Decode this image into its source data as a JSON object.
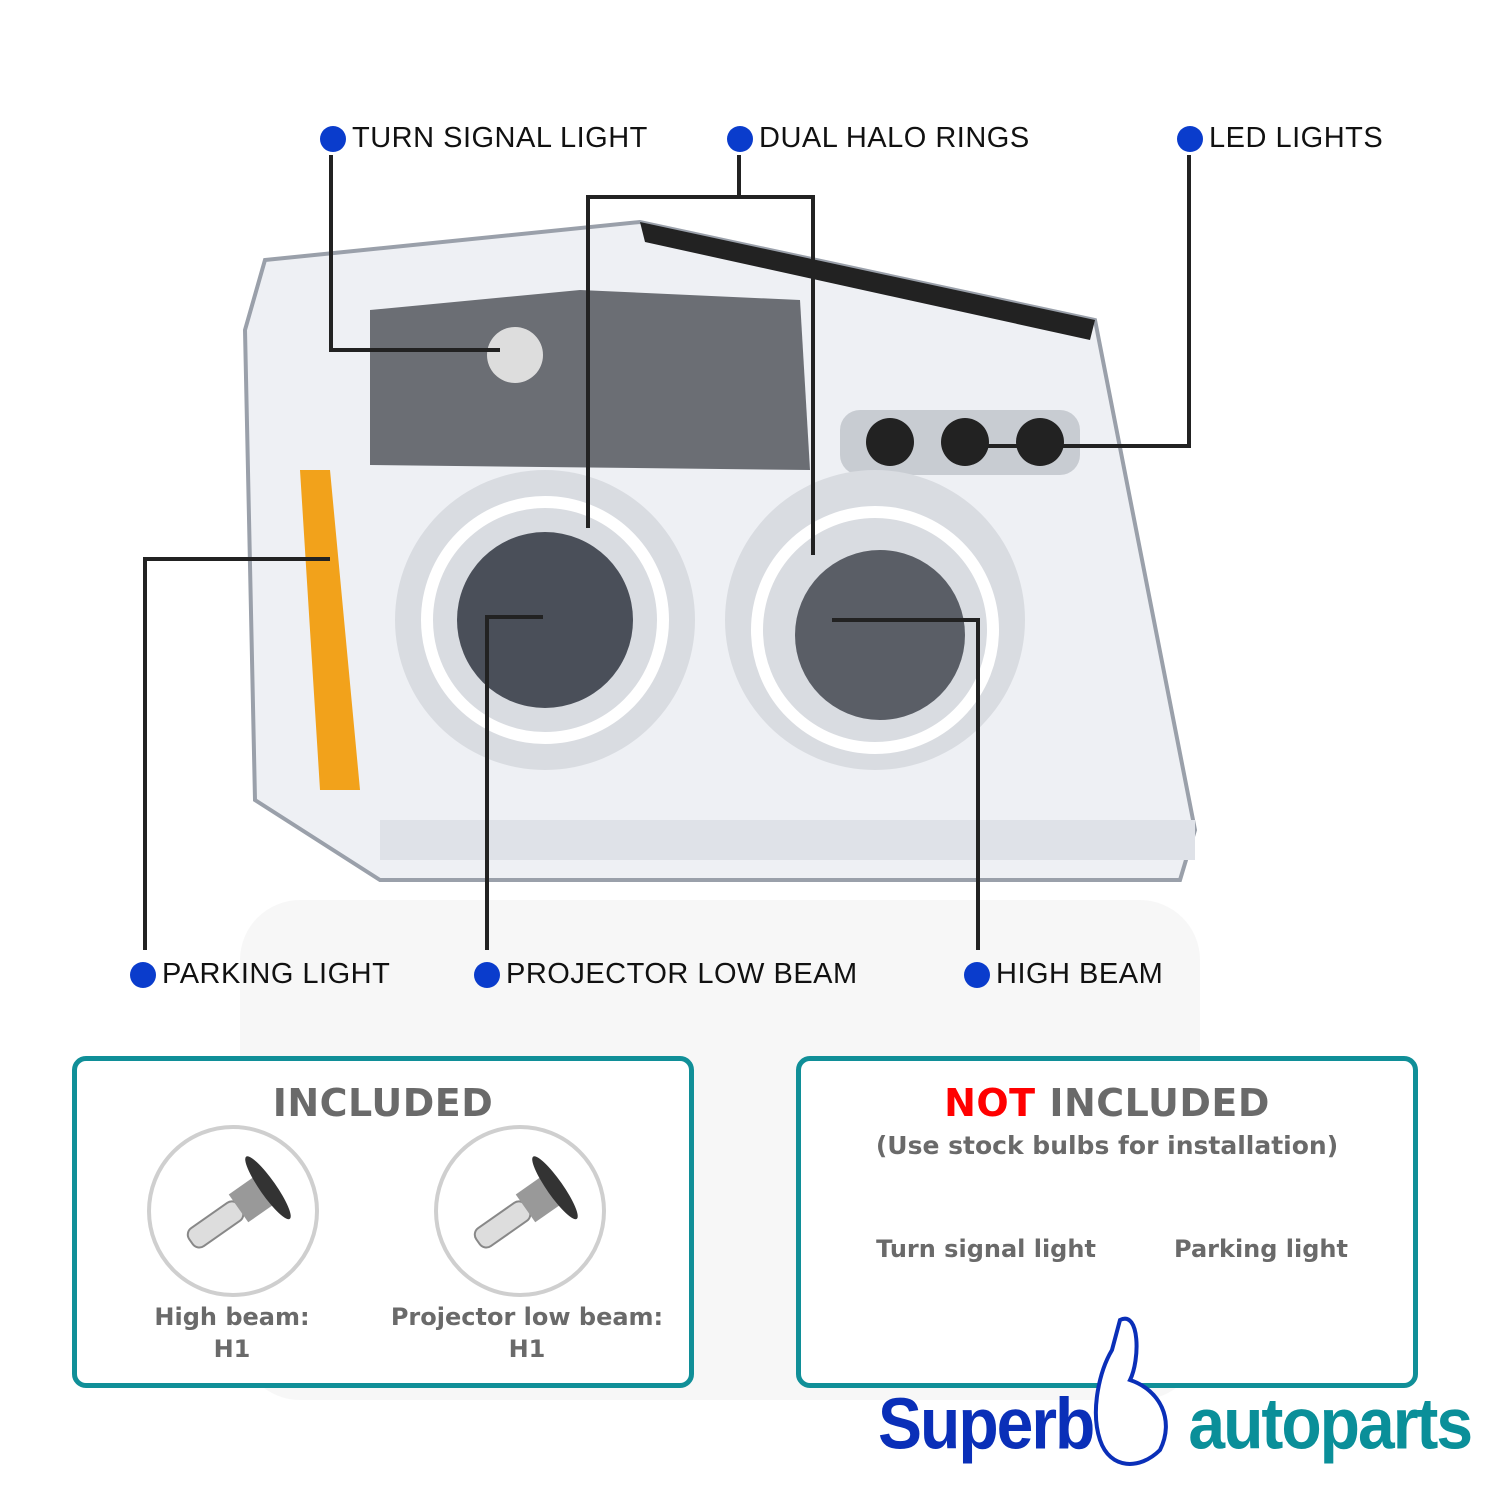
{
  "callouts": {
    "turn_signal": "TURN SIGNAL LIGHT",
    "dual_halo": "DUAL HALO RINGS",
    "led": "LED LIGHTS",
    "parking": "PARKING LIGHT",
    "projector": "PROJECTOR LOW BEAM",
    "high_beam": "HIGH BEAM"
  },
  "included": {
    "title": "INCLUDED",
    "items": [
      {
        "label": "High beam:",
        "value": "H1"
      },
      {
        "label": "Projector low beam:",
        "value": "H1"
      }
    ]
  },
  "not_included": {
    "title_red": "NOT",
    "title_rest": " INCLUDED",
    "subtitle": "(Use stock bulbs for installation)",
    "items": [
      "Turn signal light",
      "Parking light"
    ]
  },
  "logo": {
    "part1": "Superb",
    "part2": "autoparts"
  },
  "colors": {
    "dot": "#0a3ccc",
    "border": "#108f98",
    "red": "#ff0000",
    "logo_blue": "#0a2fb8",
    "logo_teal": "#0a8f99"
  }
}
